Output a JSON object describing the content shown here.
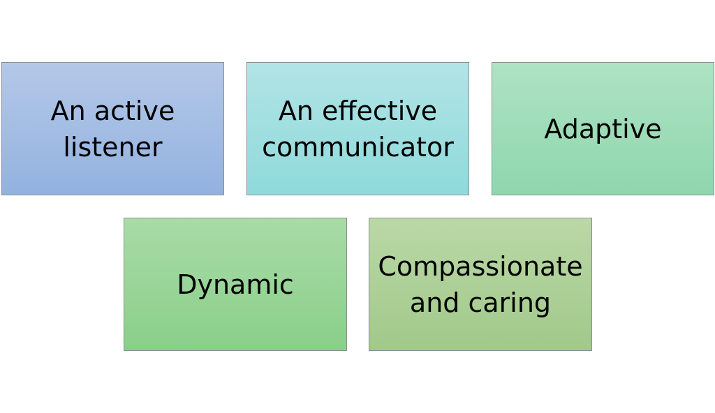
{
  "diagram": {
    "boxes": [
      {
        "label": "An active\nlistener",
        "gradient": [
          "#b4c8e8",
          "#93b2e0"
        ]
      },
      {
        "label": "An effective\ncommunicator",
        "gradient": [
          "#b2e4e6",
          "#8fdadb"
        ]
      },
      {
        "label": "Adaptive",
        "gradient": [
          "#aee3c4",
          "#8fd6ad"
        ]
      },
      {
        "label": "Dynamic",
        "gradient": [
          "#a9dba6",
          "#89cf8a"
        ]
      },
      {
        "label": "Compassionate\nand caring",
        "gradient": [
          "#bad8a6",
          "#a1c98a"
        ]
      }
    ]
  }
}
